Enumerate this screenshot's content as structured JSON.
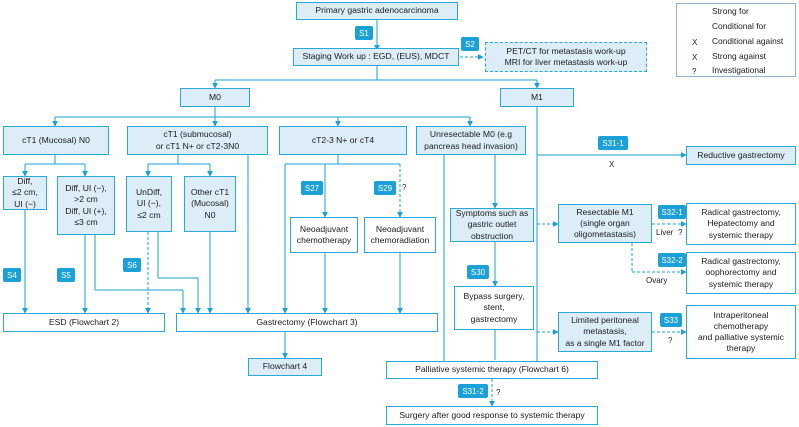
{
  "colors": {
    "line": "#1ba0d8",
    "box_fill": "#dcedf8",
    "tag_fill": "#1ba0d8"
  },
  "nodes": {
    "primary": "Primary gastric adenocarcinoma",
    "staging": "Staging Work up : EGD, (EUS), MDCT",
    "pet": "PET/CT for metastasis work-up\nMRI for liver metastasis work-up",
    "m0": "M0",
    "m1": "M1",
    "ct1_mucosal": "cT1 (Mucosal) N0",
    "ct1_submucosal": "cT1 (submucosal)\nor cT1 N+ or cT2-3N0",
    "ct2_3": "cT2-3 N+ or cT4",
    "unresectable": "Unresectable M0 (e.g\npancreas head invasion)",
    "reductive": "Reductive gastrectomy",
    "diff": "Diff,\n≤2 cm,\nUI (−)",
    "diff_ui": "Diff, UI (−),\n>2 cm\nDiff, UI (+),\n≤3 cm",
    "undiff": "UnDiff,\nUI (−),\n≤2 cm",
    "other_ct1": "Other cT1\n(Mucosal)\nN0",
    "neo_chemo": "Neoadjuvant\nchemotherapy",
    "neo_chemorad": "Neoadjuvant\nchemoradiation",
    "symptoms": "Symptoms such as\ngastric outlet\nobstruction",
    "resectable_m1": "Resectable M1\n(single organ\noligometastasis)",
    "radical_hep": "Radical gastrectomy,\nHepatectomy and\nsystemic therapy",
    "radical_ooph": "Radical gastrectomy,\noophorectomy and\nsystemic therapy",
    "bypass": "Bypass surgery,\nstent,\ngastrectomy",
    "limited_perit": "Limited peritoneal\nmetastasis,\nas a single M1 factor",
    "intraperitoneal": "Intraperitoneal\nchemotherapy\nand palliative systemic\ntherapy",
    "esd": "ESD (Flowchart 2)",
    "gastrectomy": "Gastrectomy (Flowchart 3)",
    "flowchart4": "Flowchart 4",
    "palliative": "Palliative systemic therapy (Flowchart 6)",
    "surgery_after": "Surgery after good response to systemic therapy"
  },
  "tags": {
    "s1": "S1",
    "s2": "S2",
    "s4": "S4",
    "s5": "S5",
    "s6": "S6",
    "s27": "S27",
    "s29": "S29",
    "s30": "S30",
    "s31_1": "S31-1",
    "s31_2": "S31-2",
    "s32_1": "S32-1",
    "s32_2": "S32-2",
    "s33": "S33"
  },
  "marks": {
    "question": "?",
    "x": "X",
    "liver": "Liver",
    "ovary": "Ovary"
  },
  "legend": {
    "strong_for": "Strong for",
    "conditional_for": "Conditional for",
    "conditional_against": "Conditional against",
    "strong_against": "Strong against",
    "investigational": "Investigational",
    "x_mark": "X",
    "q_mark": "?"
  }
}
